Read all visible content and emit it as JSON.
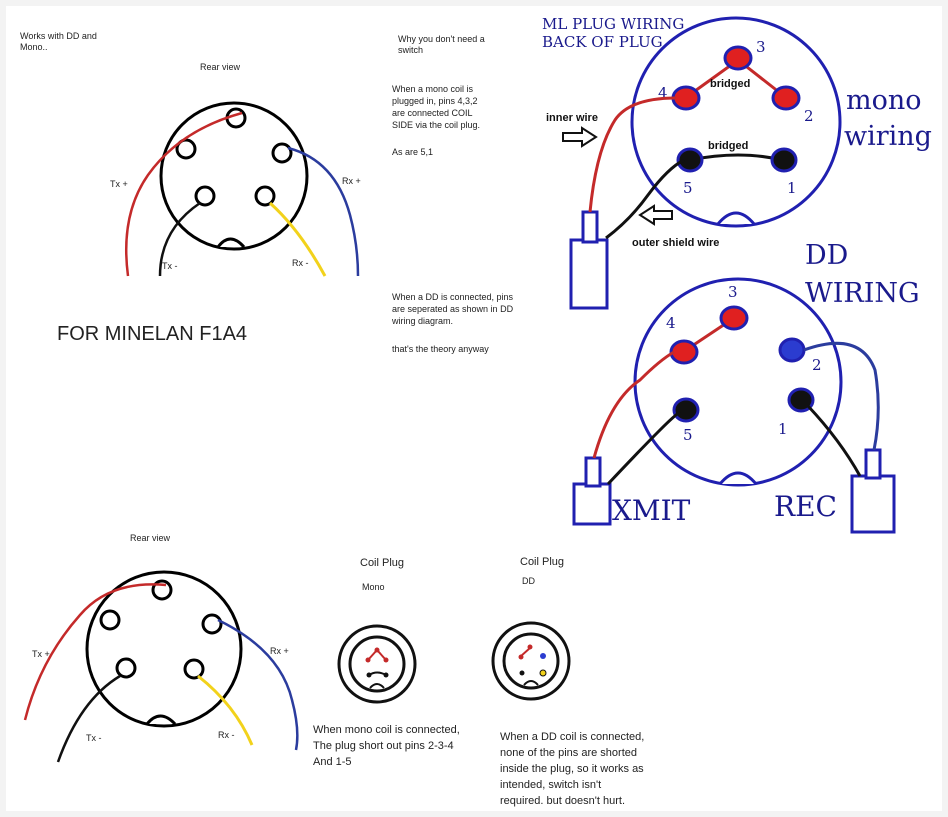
{
  "top_left": {
    "note": [
      "Works with DD and",
      "Mono.."
    ],
    "rear_view": "Rear view",
    "tx_plus": "Tx +",
    "tx_minus": "Tx -",
    "rx_plus": "Rx +",
    "rx_minus": "Rx -",
    "model": "FOR MINELAN F1A4"
  },
  "middle_notes": {
    "title": [
      "Why you don't need a",
      "switch"
    ],
    "mono": [
      "When a mono coil is",
      "plugged in, pins 4,3,2",
      "are connected COIL",
      "SIDE via the coil plug."
    ],
    "as_are": "As are 5,1",
    "dd": [
      "When a DD is connected,  pins",
      "are seperated as shown in DD",
      "wiring diagram."
    ],
    "theory": "that's the theory anyway"
  },
  "ml_plug": {
    "title": [
      "ML PLUG WIRING",
      "BACK OF PLUG"
    ],
    "side_label": [
      "mono",
      "wiring"
    ],
    "bridged_top": "bridged",
    "bridged_bottom": "bridged",
    "inner_wire": "inner wire",
    "outer_shield_wire": "outer shield wire",
    "pins": {
      "p1": "1",
      "p2": "2",
      "p3": "3",
      "p4": "4",
      "p5": "5"
    }
  },
  "dd_plug": {
    "title": [
      "DD",
      "WIRING"
    ],
    "xmit": "XMIT",
    "rec": "REC",
    "pins": {
      "p1": "1",
      "p2": "2",
      "p3": "3",
      "p4": "4",
      "p5": "5"
    }
  },
  "bottom_left": {
    "rear_view": "Rear view",
    "tx_plus": "Tx +",
    "tx_minus": "Tx -",
    "rx_plus": "Rx +",
    "rx_minus": "Rx -"
  },
  "coil_mono": {
    "title": "Coil Plug",
    "subtitle": "Mono",
    "caption": [
      "When mono coil is connected,",
      "The plug short out  pins 2-3-4",
      "And 1-5"
    ]
  },
  "coil_dd": {
    "title": "Coil Plug",
    "subtitle": "DD",
    "caption": [
      "When a DD coil is connected,",
      "none of the pins are shorted",
      "inside the plug, so it works as",
      "intended, switch isn't",
      "required. but doesn't hurt."
    ]
  },
  "colors": {
    "red_wire": "#c42a2a",
    "blue_wire": "#2b3c9e",
    "yellow_wire": "#f2d21b",
    "black_wire": "#111111",
    "plug_outline": "#2020b0"
  }
}
